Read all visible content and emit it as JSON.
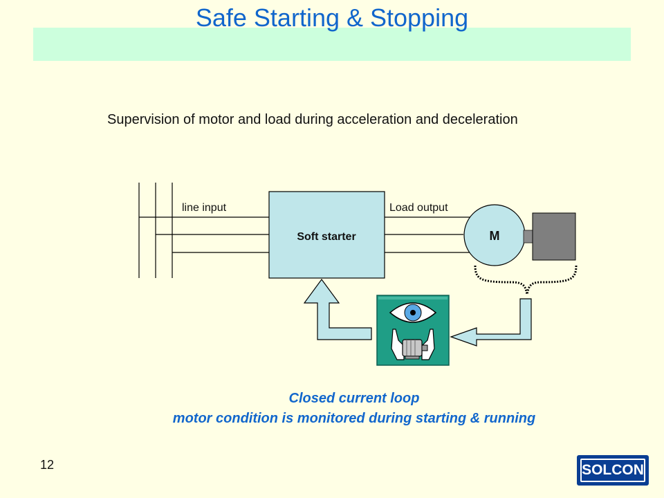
{
  "slide": {
    "title": "Safe Starting & Stopping",
    "subtitle": "Supervision of motor and load during acceleration and deceleration",
    "page_number": "12"
  },
  "diagram": {
    "line_input_label": "line input",
    "load_output_label": "Load output",
    "soft_starter_label": "Soft starter",
    "motor_label": "M"
  },
  "caption": {
    "line1": "Closed current loop",
    "line2": "motor condition is monitored during starting & running"
  },
  "logo": {
    "text": "SOLCON"
  },
  "colors": {
    "background": "#FFFFE5",
    "title_bar": "#CCFFDD",
    "title_text": "#1166CC",
    "box_fill": "#BFE6EA",
    "monitor_green": "#1F9E86",
    "load_gray": "#7F7F7F",
    "logo_blue": "#0A3E93"
  },
  "icons": [
    "eye-icon",
    "hands-icon",
    "motor-icon"
  ]
}
